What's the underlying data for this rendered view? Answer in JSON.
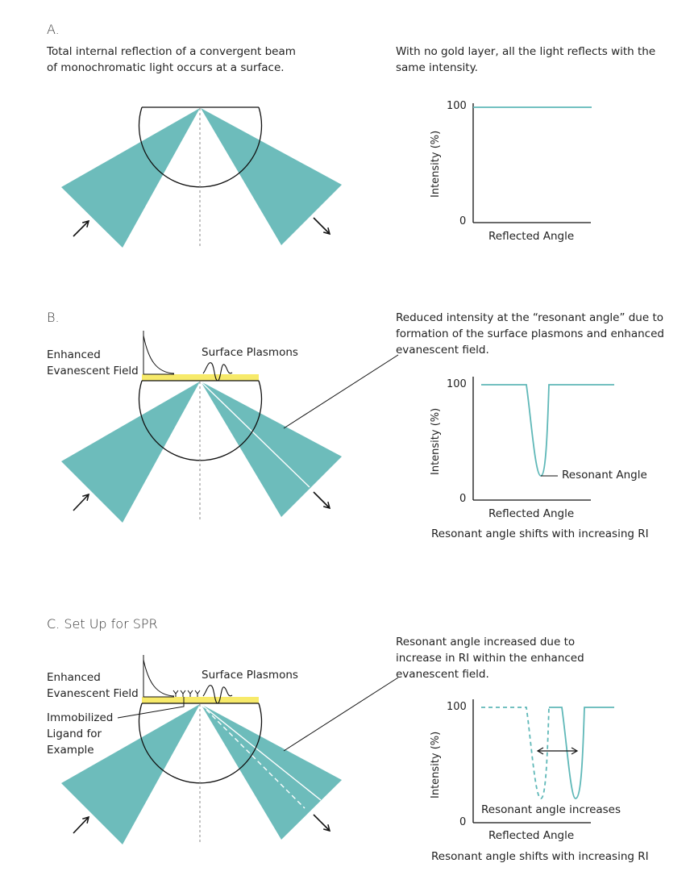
{
  "panel_a": {
    "heading": "A.",
    "caption": "Total internal reflection of a convergent beam of monochromatic light occurs at a surface.",
    "graph_caption": "With no gold layer, all the light reflects with the same intensity.",
    "graph": {
      "y_label": "Intensity (%)",
      "x_label": "Reflected Angle",
      "y_max": "100",
      "y_min": "0"
    }
  },
  "panel_b": {
    "heading": "B.",
    "field_label": "Enhanced Evanescent Field",
    "plasmon_label": "Surface Plasmons",
    "graph_caption": "Reduced intensity at the “resonant angle” due to formation of the surface plasmons and enhanced evanescent field.",
    "graph": {
      "y_label": "Intensity (%)",
      "x_label": "Reflected Angle",
      "y_max": "100",
      "y_min": "0",
      "annotation": "Resonant Angle",
      "footer": "Resonant angle shifts with increasing RI"
    }
  },
  "panel_c": {
    "heading": "C. Set Up for SPR",
    "field_label": "Enhanced Evanescent Field",
    "plasmon_label": "Surface Plasmons",
    "ligand_label": "Immobilized Ligand for Example",
    "graph_caption": "Resonant angle increased due to increase in RI within the enhanced evanescent field.",
    "graph": {
      "y_label": "Intensity (%)",
      "x_label": "Reflected Angle",
      "y_max": "100",
      "y_min": "0",
      "annotation": "Resonant angle increases",
      "footer": "Resonant angle shifts with increasing RI"
    }
  },
  "colors": {
    "beam": "#6dbcbb",
    "gold_layer": "#f7ea6a",
    "curve": "#5fb8b8",
    "line": "#111111"
  }
}
